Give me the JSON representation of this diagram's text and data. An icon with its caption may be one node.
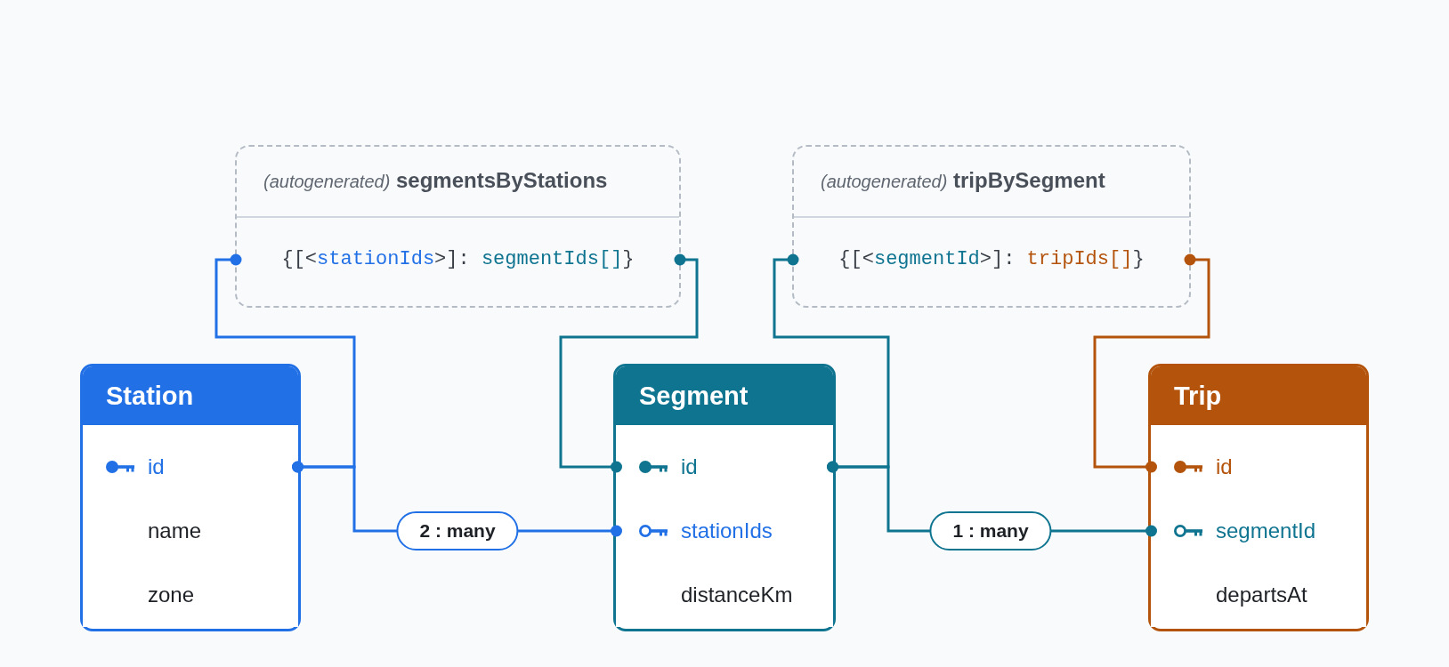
{
  "diagram": {
    "nodes": [
      {
        "text": [
          "*(autogenerated)* **segmentsByStations**",
          "{[<stationIds>]: segmentIds[]}"
        ]
      },
      {
        "text": [
          "*(autogenerated)* **tripBySegment**",
          "{[<segmentId>]: tripIds[]}"
        ]
      },
      {
        "text": [
          "Station"
        ]
      },
      {
        "text": [
          "id"
        ],
        "in": 2
      },
      {
        "text": [
          "name"
        ],
        "in": 2
      },
      {
        "text": [
          "zone"
        ],
        "in": 2
      },
      {
        "text": [
          "Segment"
        ]
      },
      {
        "text": [
          "id"
        ],
        "in": 6
      },
      {
        "text": [
          "stationIds"
        ],
        "in": 6
      },
      {
        "text": [
          "distanceKm"
        ],
        "in": 6
      },
      {
        "text": [
          "Trip"
        ]
      },
      {
        "text": [
          "id"
        ],
        "in": 10
      },
      {
        "text": [
          "segmentId"
        ],
        "in": 10
      },
      {
        "text": [
          "departsAt"
        ],
        "in": 10
      }
    ],
    "edges": [
      {
        "from": 3,
        "to": 8,
        "arrow": "other",
        "label": "2 : many",
        "color": "#2170e6"
      },
      {
        "from": 0,
        "to": 3,
        "arrow": "other",
        "color": "#2170e6"
      },
      {
        "from": 0,
        "to": 7,
        "arrow": "other"
      },
      {
        "from": 7,
        "to": 12,
        "arrow": "other",
        "label": "1 : many"
      },
      {
        "from": 1,
        "to": 7,
        "arrow": "other"
      },
      {
        "from": 1,
        "to": 11,
        "arrow": "other",
        "color": "#b4540c"
      }
    ]
  }
}
